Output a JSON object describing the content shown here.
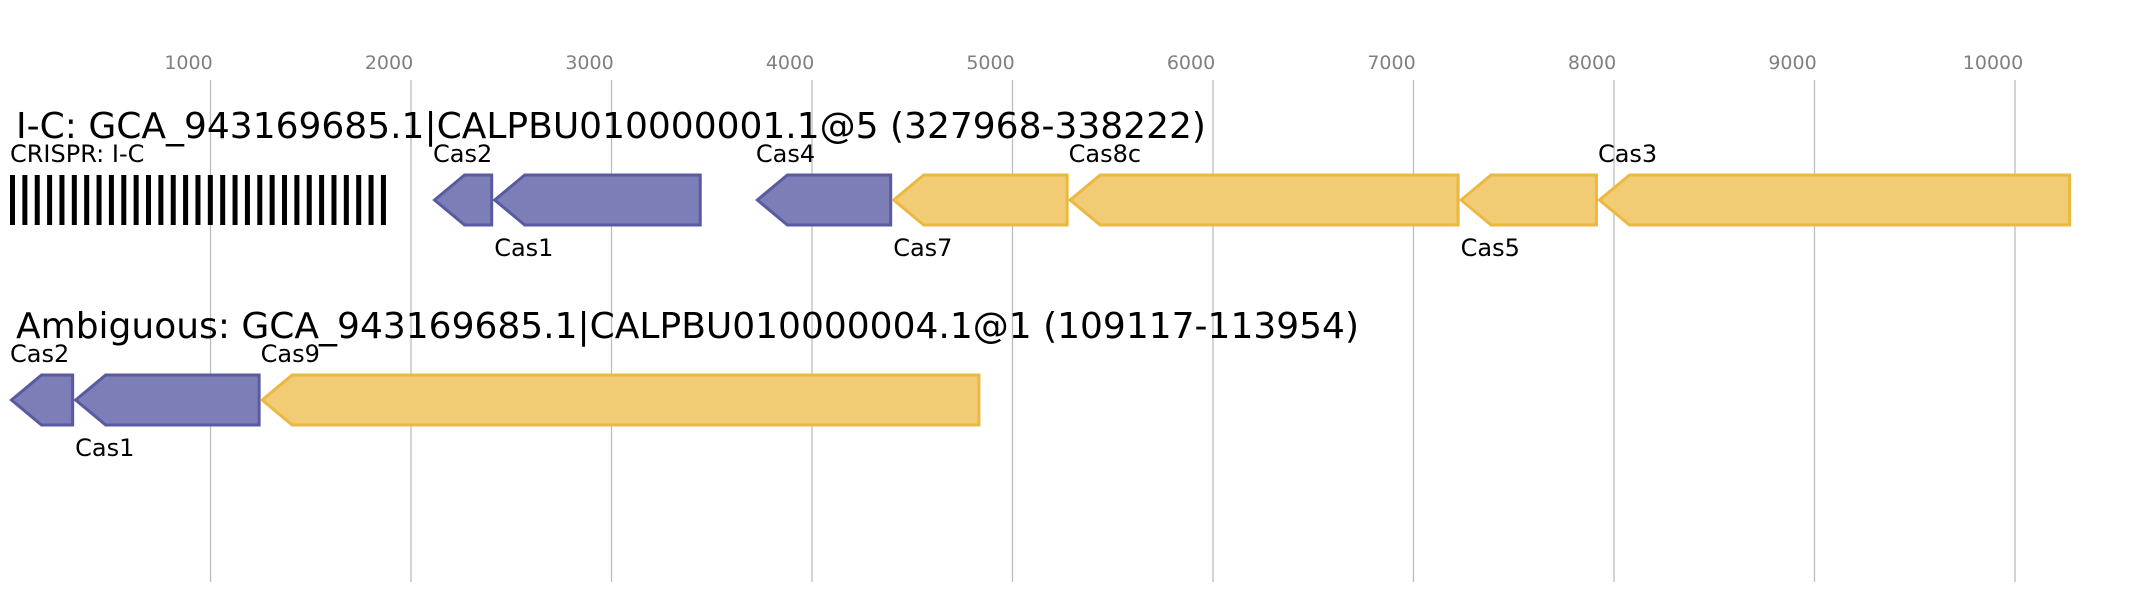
{
  "axis": {
    "ticks": [
      1000,
      2000,
      3000,
      4000,
      5000,
      6000,
      7000,
      8000,
      9000,
      10000
    ],
    "unit": "bp"
  },
  "colors": {
    "purple_fill": "#7d7db8",
    "purple_stroke": "#5a5aa0",
    "yellow_fill": "#f2cc75",
    "yellow_stroke": "#ebb940",
    "grid": "#bdbdbd",
    "tick_text": "#808080",
    "crispr": "#000000"
  },
  "tracks": [
    {
      "title": "I-C: GCA_943169685.1|CALPBU010000001.1@5 (327968-338222)",
      "crispr": {
        "label": "CRISPR: I-C",
        "start": 0,
        "end": 1850,
        "repeats": 31
      },
      "genes": [
        {
          "name": "Cas2",
          "start": 2110,
          "end": 2410,
          "strand": "-",
          "color": "purple",
          "label_pos": "above"
        },
        {
          "name": "Cas1",
          "start": 2410,
          "end": 3450,
          "strand": "-",
          "color": "purple",
          "label_pos": "below"
        },
        {
          "name": "Cas4",
          "start": 3720,
          "end": 4400,
          "strand": "-",
          "color": "purple",
          "label_pos": "above"
        },
        {
          "name": "Cas7",
          "start": 4400,
          "end": 5280,
          "strand": "-",
          "color": "yellow",
          "label_pos": "below"
        },
        {
          "name": "Cas8c",
          "start": 5280,
          "end": 7230,
          "strand": "-",
          "color": "yellow",
          "label_pos": "above"
        },
        {
          "name": "Cas5",
          "start": 7230,
          "end": 7920,
          "strand": "-",
          "color": "yellow",
          "label_pos": "below"
        },
        {
          "name": "Cas3",
          "start": 7920,
          "end": 10280,
          "strand": "-",
          "color": "yellow",
          "label_pos": "above"
        }
      ]
    },
    {
      "title": "Ambiguous: GCA_943169685.1|CALPBU010000004.1@1 (109117-113954)",
      "genes": [
        {
          "name": "Cas2",
          "start": 0,
          "end": 320,
          "strand": "-",
          "color": "purple",
          "label_pos": "above"
        },
        {
          "name": "Cas1",
          "start": 320,
          "end": 1250,
          "strand": "-",
          "color": "purple",
          "label_pos": "below"
        },
        {
          "name": "Cas9",
          "start": 1250,
          "end": 4840,
          "strand": "-",
          "color": "yellow",
          "label_pos": "above"
        }
      ]
    }
  ]
}
